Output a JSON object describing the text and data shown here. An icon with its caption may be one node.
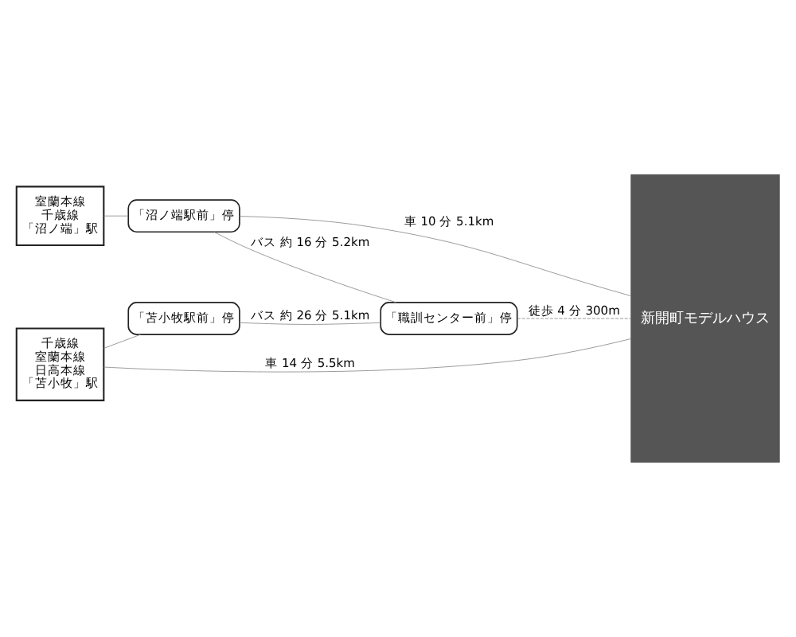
{
  "diagram": {
    "nodes": [
      {
        "text": [
          "室蘭本線",
          "千歳線",
          "「沼ノ端」駅"
        ]
      },
      {
        "text": [
          "「沼ノ端駅前」停"
        ]
      },
      {
        "text": [
          "「職訓センター前」停"
        ]
      },
      {
        "text": [
          "千歳線",
          "室蘭本線",
          "日高本線",
          "「苫小牧」駅"
        ]
      },
      {
        "text": [
          "「苫小牧駅前」停"
        ]
      },
      {
        "text": [
          "新開町モデルハウス"
        ]
      }
    ],
    "edges": [
      {
        "from": 0,
        "to": 1,
        "arrow": "none"
      },
      {
        "from": 1,
        "to": 5,
        "arrow": "none",
        "label": "車 10 分 5.1km"
      },
      {
        "from": 1,
        "to": 2,
        "arrow": "none",
        "label": "バス 約 16 分 5.2km"
      },
      {
        "from": 2,
        "to": 5,
        "arrow": "none",
        "label": "徒歩 4 分 300m",
        "style": "dashed"
      },
      {
        "from": 3,
        "to": 4,
        "arrow": "none"
      },
      {
        "from": 4,
        "to": 2,
        "arrow": "none",
        "label": "バス 約 26 分 5.1km"
      },
      {
        "from": 3,
        "to": 5,
        "arrow": "none",
        "label": "車 14 分 5.5km"
      }
    ]
  }
}
